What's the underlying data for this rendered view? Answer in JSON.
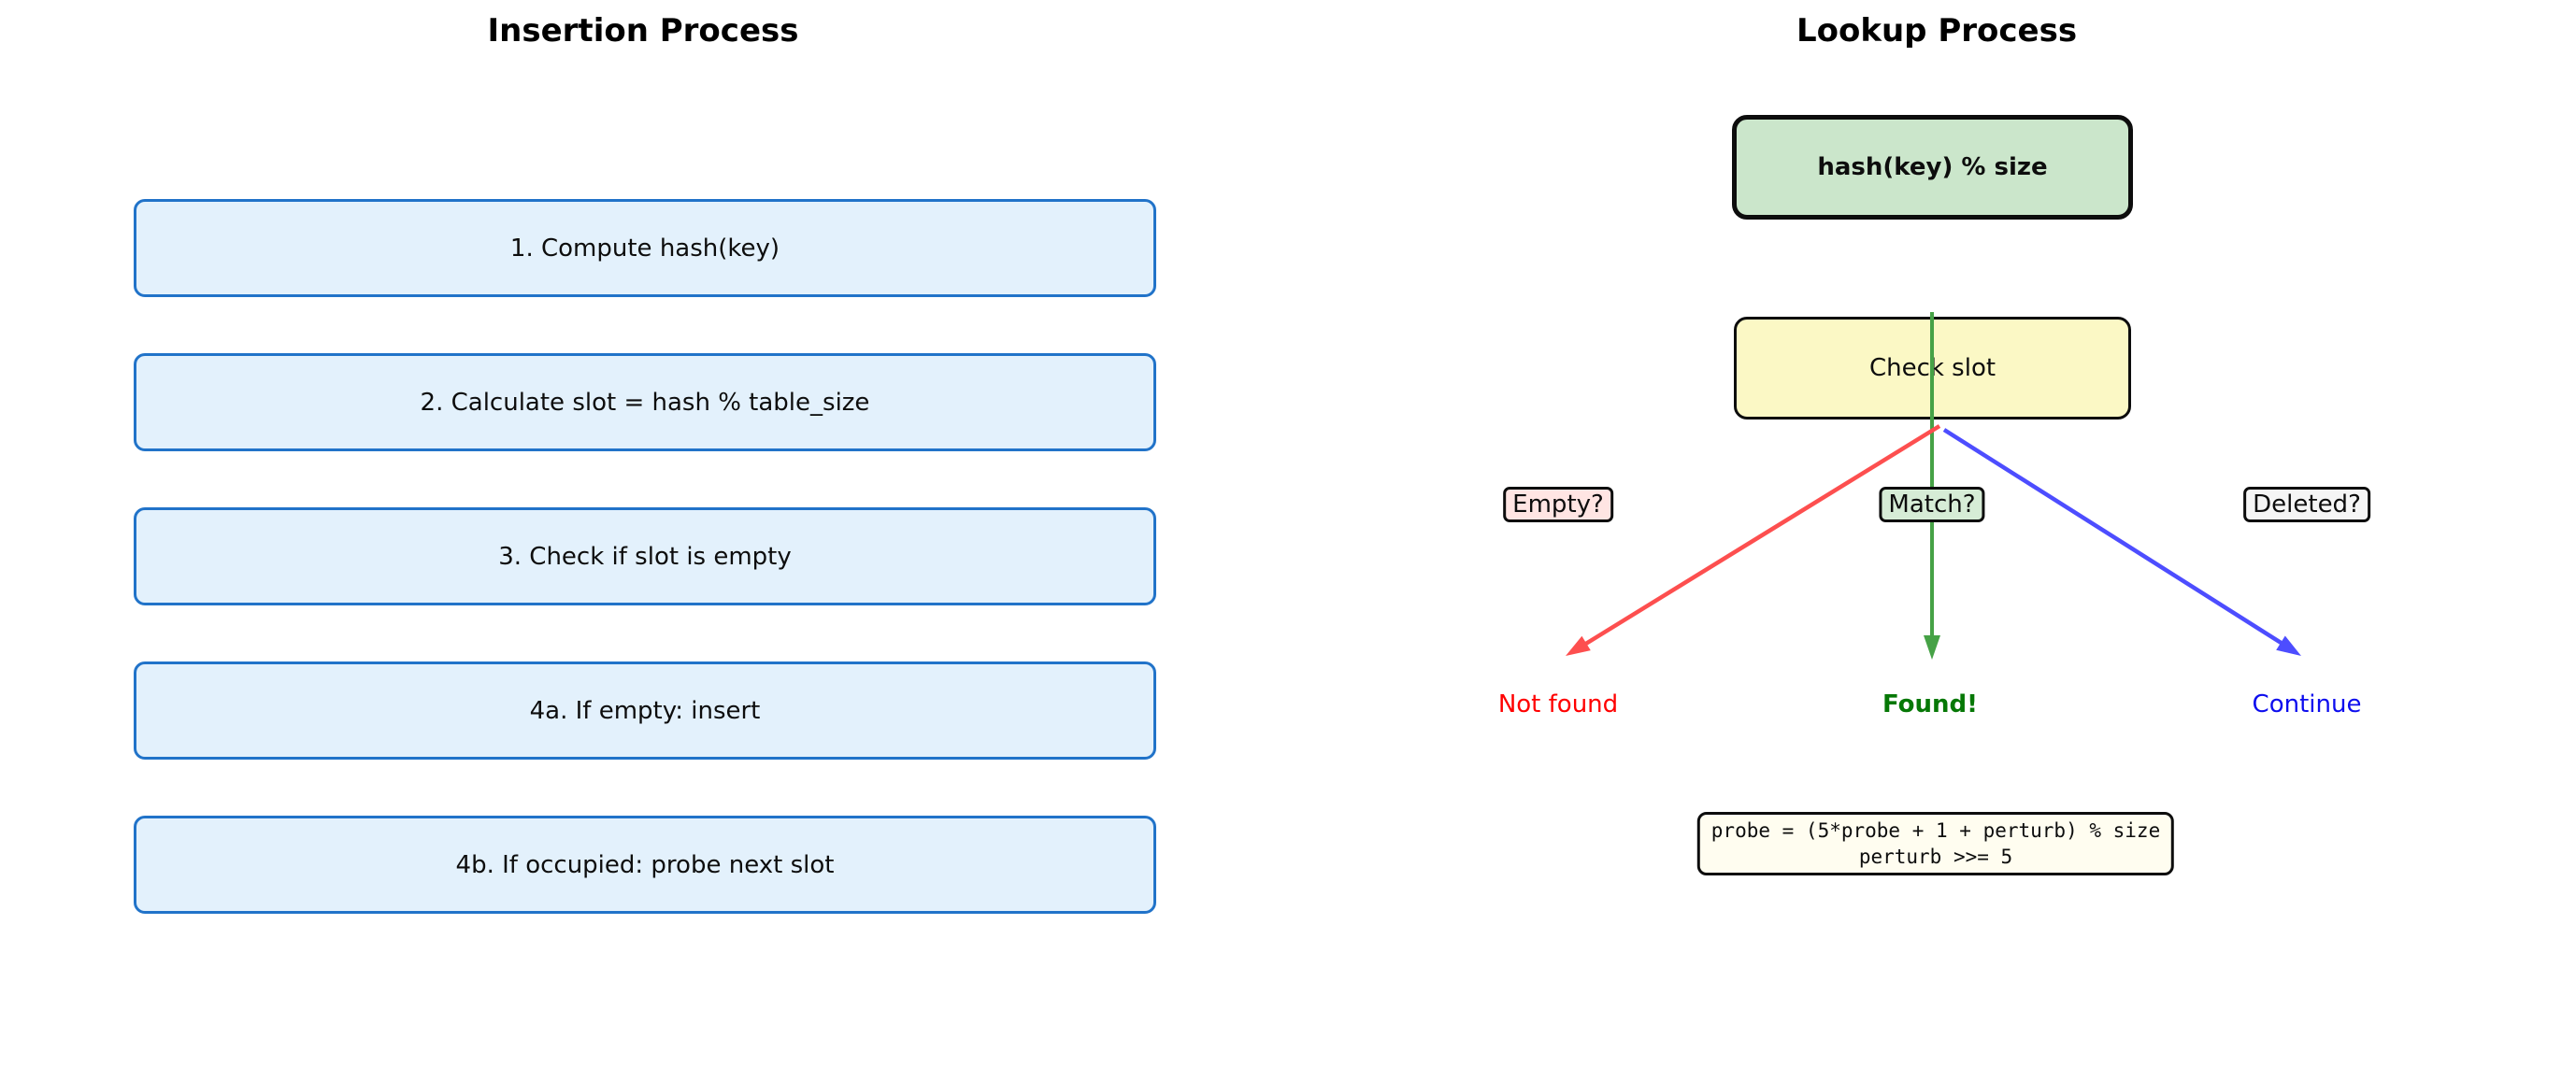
{
  "colors": {
    "canvas_bg": "#ffffff",
    "insertion_box_fill": "#e3f1fc",
    "insertion_box_border": "#2173c9",
    "hash_box_fill": "#cbe6cb",
    "check_slot_fill": "#fbf8c5",
    "empty_label_fill": "#ffe5e3",
    "match_label_fill": "#d6ecd6",
    "deleted_label_fill": "#f5f5f5",
    "code_box_fill": "#fffdf0",
    "red_arrow": "#fd4f4f",
    "green_arrow": "#46a246",
    "blue_arrow": "#4d4dff",
    "not_found_text": "#ff0000",
    "found_text": "#067806",
    "continue_text": "#0d0dee"
  },
  "insertion": {
    "title": "Insertion Process",
    "steps": [
      {
        "label": "1. Compute hash(key)"
      },
      {
        "label": "2. Calculate slot = hash % table_size"
      },
      {
        "label": "3. Check if slot is empty"
      },
      {
        "label": "4a. If empty: insert"
      },
      {
        "label": "4b. If occupied: probe next slot"
      }
    ]
  },
  "lookup": {
    "title": "Lookup Process",
    "hash_box_label": "hash(key) % size",
    "check_box_label": "Check slot",
    "branches": [
      {
        "label": "Empty?",
        "outcome": "Not found"
      },
      {
        "label": "Match?",
        "outcome": "Found!"
      },
      {
        "label": "Deleted?",
        "outcome": "Continue"
      }
    ],
    "probe_code_line1": "probe = (5*probe + 1 + perturb) % size",
    "probe_code_line2": "perturb >>= 5"
  }
}
